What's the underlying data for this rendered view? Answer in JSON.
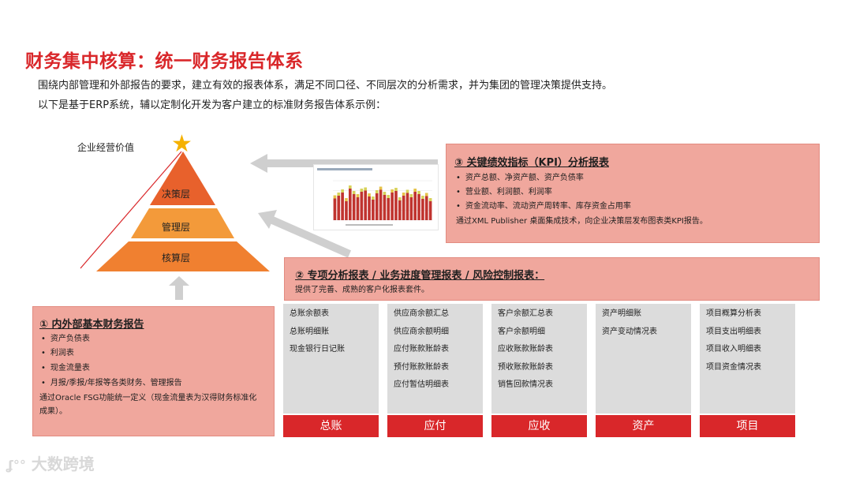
{
  "title": "财务集中核算：统一财务报告体系",
  "intro": {
    "line1": "围绕内部管理和外部报告的要求，建立有效的报表体系，满足不同口径、不同层次的分析需求，并为集团的管理决策提供支持。",
    "line2": "以下是基于ERP系统，辅以定制化开发为客户建立的标准财务报告体系示例："
  },
  "pyramid": {
    "top_label": "企业经营价值",
    "tiers": [
      "决策层",
      "管理层",
      "核算层"
    ],
    "colors": {
      "top": "#e8612c",
      "mid": "#f39a3a",
      "bottom": "#f08030"
    }
  },
  "panel_kpi": {
    "heading": "③ 关键绩效指标（KPI）分析报表",
    "bullets": [
      "资产总额、净资产额、资产负债率",
      "营业额、利润额、利润率",
      "资金流动率、流动资产周转率、库存资金占用率"
    ],
    "note": "通过XML Publisher 桌面集成技术，向企业决策层发布图表类KPI报告。"
  },
  "panel_special": {
    "heading": "② 专项分析报表 / 业务进度管理报表 / 风险控制报表：",
    "note": "提供了完善、成熟的客户化报表套件。"
  },
  "panel_basic": {
    "heading": "① 内外部基本财务报告",
    "bullets": [
      "资产负债表",
      "利润表",
      "现金流量表",
      "月报/季报/年报等各类财务、管理报告"
    ],
    "note1": "通过Oracle FSG功能统一定义（现金流量表为汉得财务标准化",
    "note2": "成果）。"
  },
  "columns": [
    {
      "items": [
        "总账余额表",
        "总账明细账",
        "现金银行日记账"
      ],
      "footer": "总账"
    },
    {
      "items": [
        "供应商余额汇总",
        "供应商余额明细",
        "应付账款账龄表",
        "预付账款账龄表",
        "应付暂估明细表"
      ],
      "footer": "应付"
    },
    {
      "items": [
        "客户余额汇总表",
        "客户余额明细",
        "应收账款账龄表",
        "预收账款账龄表",
        "销售回款情况表"
      ],
      "footer": "应收"
    },
    {
      "items": [
        "资产明细账",
        "资产变动情况表"
      ],
      "footer": "资产"
    },
    {
      "items": [
        "项目概算分析表",
        "项目支出明细表",
        "项目收入明细表",
        "项目资金情况表"
      ],
      "footer": "项目"
    }
  ],
  "chart_thumb": {
    "values": [
      55,
      62,
      70,
      48,
      80,
      66,
      58,
      72,
      75,
      60,
      52,
      68,
      77,
      64,
      56,
      70,
      74,
      50,
      62,
      69,
      58,
      72,
      66,
      54,
      61,
      48
    ]
  },
  "watermark": "大数跨境"
}
